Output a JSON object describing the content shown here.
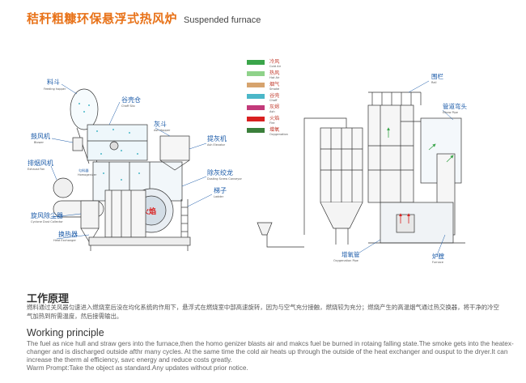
{
  "header": {
    "title_cn": "秸秆粗糠环保悬浮式热风炉",
    "title_en": "Suspended furnace"
  },
  "colors": {
    "title": "#e8731a",
    "cold_air": "#3aa54a",
    "hot_air": "#8fd28a",
    "smoke": "#d6a36e",
    "chaff": "#4bb7c8",
    "ash": "#c23a7a",
    "fire": "#d92020",
    "oxygen": "#3b7f3b",
    "label": "#1a5aa8"
  },
  "legend": [
    {
      "cn": "冷风",
      "en": "Cold Air",
      "icon": "swatch-cold-air"
    },
    {
      "cn": "热风",
      "en": "Hot Air",
      "icon": "swatch-hot-air"
    },
    {
      "cn": "烟气",
      "en": "Smoke",
      "icon": "swatch-smoke"
    },
    {
      "cn": "谷壳",
      "en": "Chaff",
      "icon": "swatch-chaff"
    },
    {
      "cn": "灰烬",
      "en": "Ash",
      "icon": "swatch-ash"
    },
    {
      "cn": "火焰",
      "en": "Fire",
      "icon": "swatch-fire"
    },
    {
      "cn": "增氧",
      "en": "Oxygenation",
      "icon": "swatch-oxygen"
    }
  ],
  "labels": {
    "feed_hopper": {
      "cn": "料斗",
      "en": "Feeding hopper"
    },
    "chaff_silo": {
      "cn": "谷壳仓",
      "en": "Chaff Silo"
    },
    "blower": {
      "cn": "鼓风机",
      "en": "Blower"
    },
    "ash_hopper": {
      "cn": "灰斗",
      "en": "Ash Hopper"
    },
    "ash_elevator": {
      "cn": "提灰机",
      "en": "Ash Elevator"
    },
    "exhaust_fan": {
      "cn": "排烟风机",
      "en": "Exhaust Fan"
    },
    "homogenizer": {
      "cn": "匀料器",
      "en": "Homogenizer"
    },
    "ash_screw": {
      "cn": "除灰绞龙",
      "en": "Dusting Screw Conveyor"
    },
    "ladder": {
      "cn": "梯子",
      "en": "Ladder"
    },
    "cyclone": {
      "cn": "旋风除尘器",
      "en": "Cyclone Dust Collector"
    },
    "heat_exchanger": {
      "cn": "换热器",
      "en": "Heat Exchanger"
    },
    "rail": {
      "cn": "围栏",
      "en": "Rail"
    },
    "elbow_pipe": {
      "cn": "管道弯头",
      "en": "Elbow Pipe"
    },
    "oxygen_pipe": {
      "cn": "增氧管",
      "en": "Oxygenation Pipe"
    },
    "furnace": {
      "cn": "炉膛",
      "en": "Furnace"
    },
    "fire_glyph": "火焰"
  },
  "principle_cn": {
    "heading": "工作原理",
    "text": "燃料通过关风器匀速进入燃烧室后没在均化系统的作用下，悬浮式在燃烧室中部高速旋转，因为与空气充分接触，燃烧较为充分；燃烧产生的高温烟气通过热交换器，将干净的冷空气加热到所需温度，然后接需输出。"
  },
  "principle_en": {
    "heading": "Working principle",
    "lines": [
      "The fuel as nice hull and straw gers into the furnace,then the homo genizer blasts air and makcs  fuel be burned in rotaing falling state.The smoke gets into the heatex-",
      "changer and is discharged outside afthr many cycles. At the same time the cold air heats up through the outside of the heat exchanger and ousput to the dryer.It can",
      "increase the therm al efficiency, savc energy and reduce costs greatly.",
      "Warm Prompt:Take  the  object  as standard.Any updates without  prior notice."
    ]
  }
}
